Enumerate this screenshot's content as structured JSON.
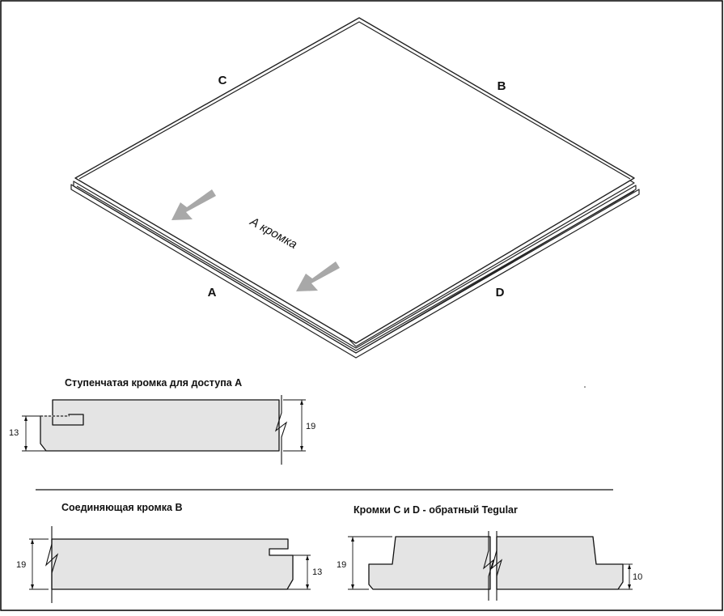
{
  "labels": {
    "edge_c": "C",
    "edge_b": "B",
    "edge_a": "A",
    "edge_d": "D",
    "direction_text": "А кромка"
  },
  "sections": {
    "step_edge_title": "Ступенчатая кромка для доступа А",
    "connecting_edge_title": "Соединяющая кромка В",
    "reverse_tegular_title": "Кромки C и D - обратный Tegular"
  },
  "dimensions": {
    "step_edge_left": "13",
    "step_edge_right": "19",
    "connecting_left": "19",
    "connecting_right": "13",
    "tegular_left": "19",
    "tegular_right": "10"
  },
  "colors": {
    "profile_fill": "#e4e4e4",
    "arrow_fill": "#a8a8a8",
    "line": "#111111"
  }
}
